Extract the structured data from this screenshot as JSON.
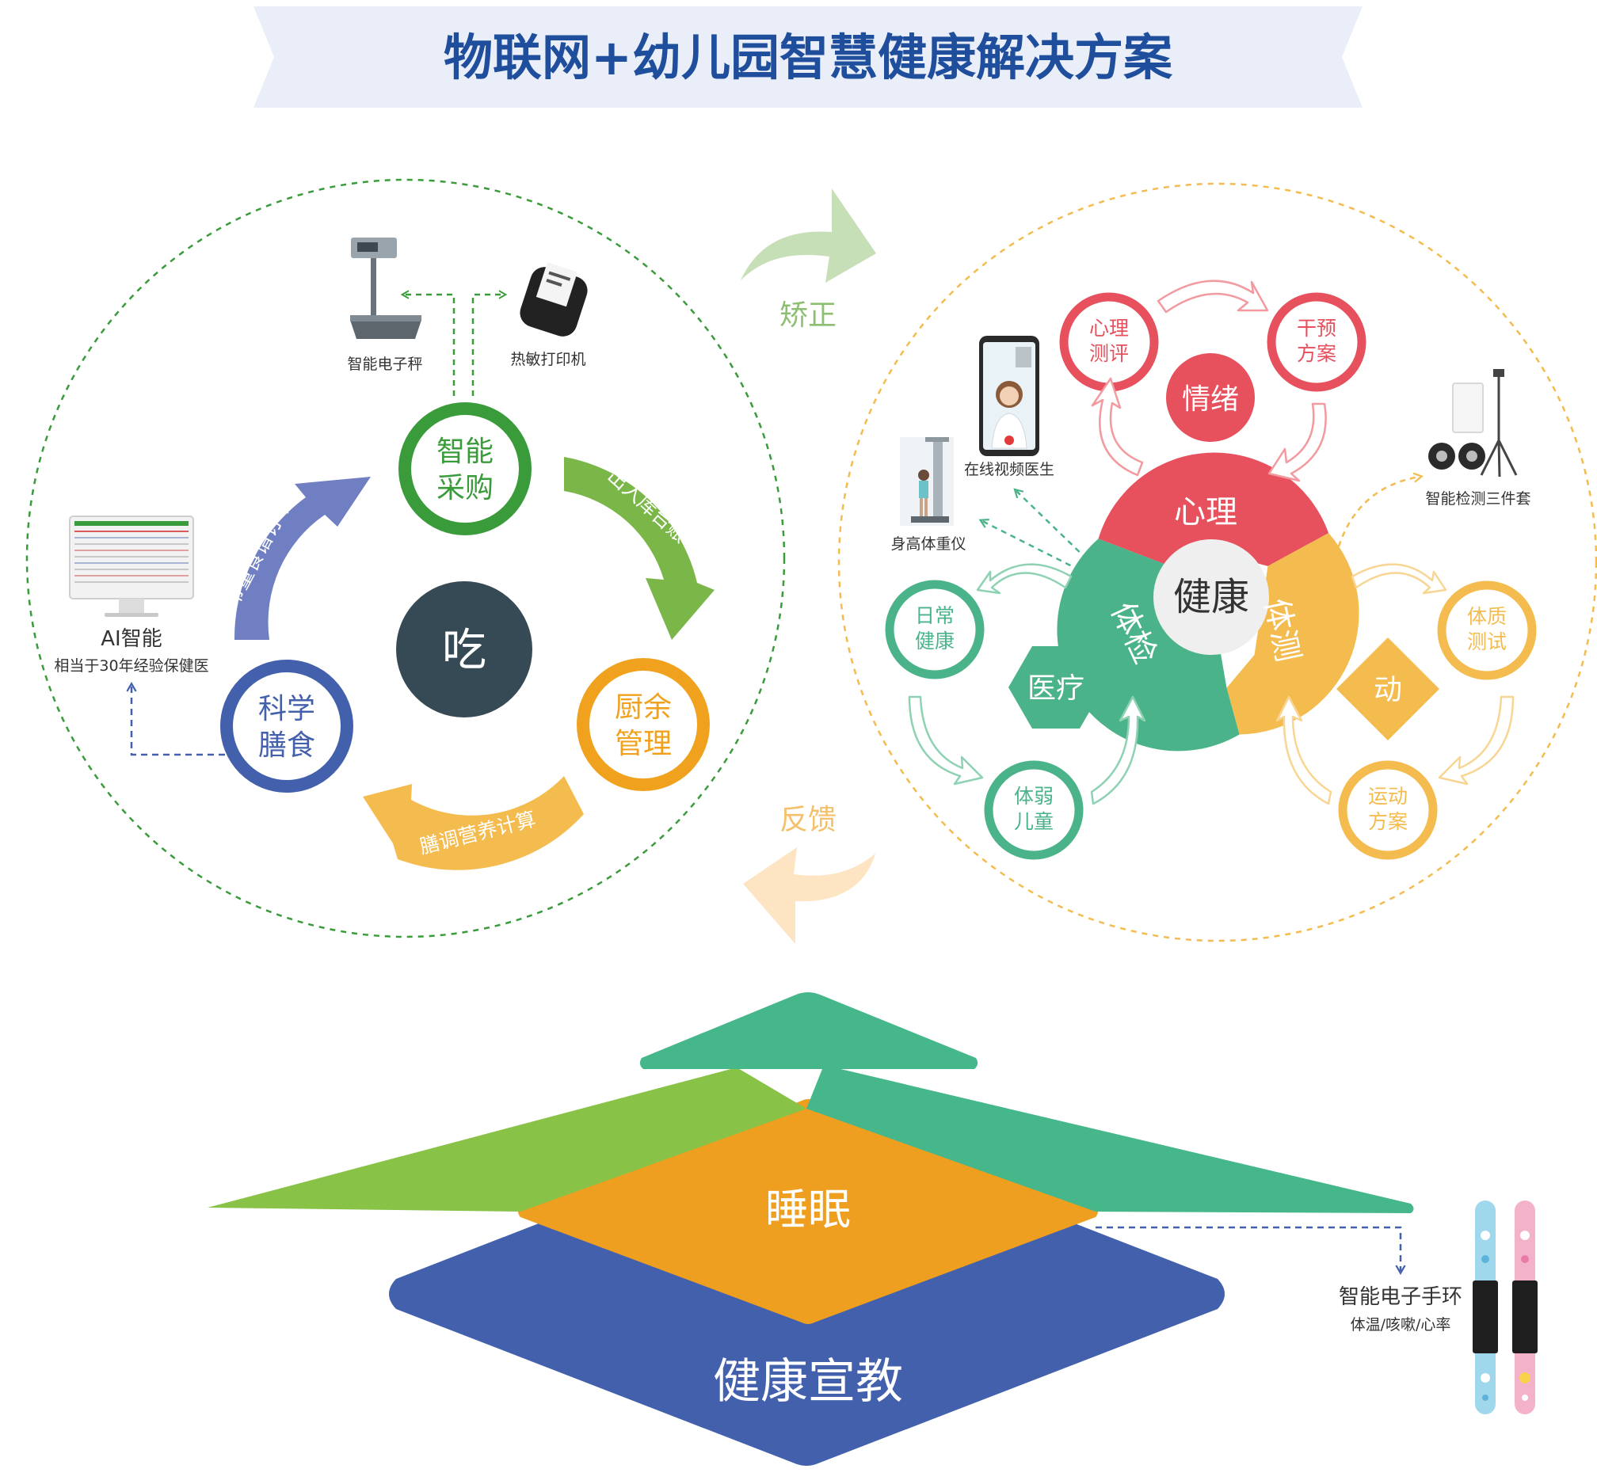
{
  "title": "物联网+幼儿园智慧健康解决方案",
  "colors": {
    "banner": "#e9eef8",
    "title": "#1f4e9c",
    "green": "#3a9b3b",
    "olive": "#7ab648",
    "orange": "#f0a21f",
    "blue": "#4360ad",
    "dark": "#354a55",
    "teal": "#4bb389",
    "red": "#e7505d",
    "yellow": "#f4bb4e"
  },
  "eat": {
    "center": "吃",
    "nodes": {
      "purchase": [
        "智能",
        "采购"
      ],
      "kitchen": [
        "厨余",
        "管理"
      ],
      "diet": [
        "科学",
        "膳食"
      ]
    },
    "arrows": {
      "stock": "出入库台账",
      "nutrition": "膳调营养计算",
      "order": "带量食谱订单"
    },
    "devices": {
      "scale": "智能电子秤",
      "printer": "热敏打印机",
      "ai_title": "AI智能",
      "ai_sub": "相当于30年经验保健医"
    }
  },
  "flow": {
    "correct": "矫正",
    "feedback": "反馈"
  },
  "health": {
    "center": "健康",
    "segments": {
      "psych": "心理",
      "exam": "体检",
      "fitness": "体测"
    },
    "emotion": {
      "label": "情绪",
      "assess": [
        "心理",
        "测评"
      ],
      "plan": [
        "干预",
        "方案"
      ]
    },
    "medical": {
      "label": "医疗",
      "daily": [
        "日常",
        "健康"
      ],
      "weak": [
        "体弱",
        "儿童"
      ]
    },
    "motion": {
      "label": "动",
      "test": [
        "体质",
        "测试"
      ],
      "plan": [
        "运动",
        "方案"
      ]
    },
    "devices": {
      "video": "在线视频医生",
      "height": "身高体重仪",
      "kit": "智能检测三件套"
    }
  },
  "base": {
    "sleep": "睡眠",
    "education": "健康宣教",
    "band_title": "智能电子手环",
    "band_sub": "体温/咳嗽/心率"
  }
}
